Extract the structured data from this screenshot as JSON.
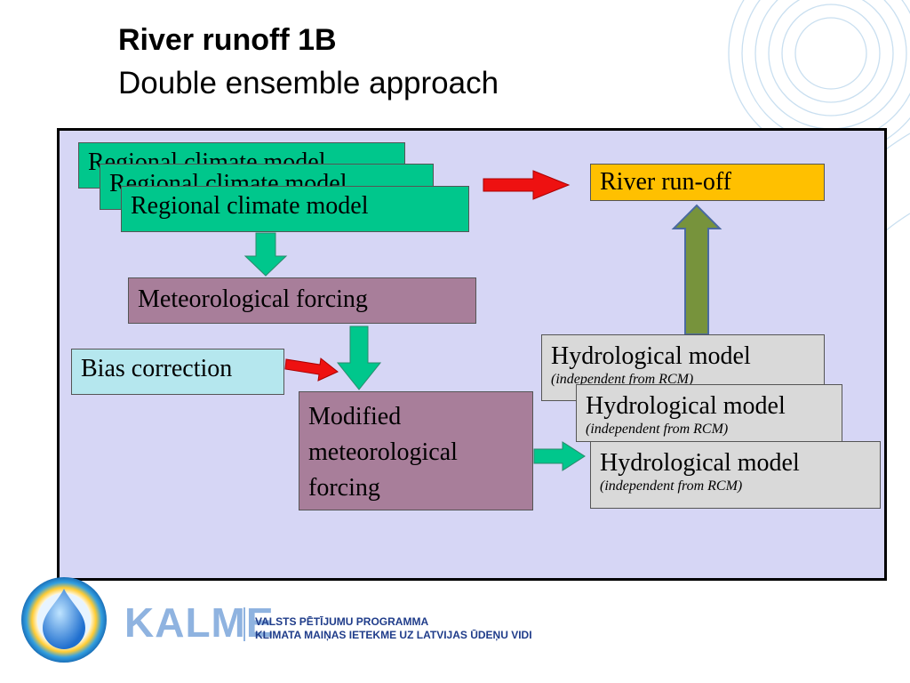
{
  "title": "River runoff 1B",
  "subtitle": "Double ensemble approach",
  "diagram": {
    "rcm_label": "Regional climate model",
    "meteorological_forcing": "Meteorological forcing",
    "bias_correction": "Bias correction",
    "modified_forcing": "Modified meteorological forcing",
    "river_runoff": "River run-off",
    "hydro_label": "Hydrological model",
    "hydro_sub": "(independent from RCM)"
  },
  "footer": {
    "logo_name": "KALME",
    "program_line1": "VALSTS PĒTĪJUMU PROGRAMMA",
    "program_line2": "KLIMATA MAIŅAS IETEKME UZ LATVIJAS ŪDEŅU VIDI"
  },
  "colors": {
    "panel": "#d6d6f5",
    "rcm": "#00c78c",
    "forcing": "#a87e9a",
    "bias": "#b5e7ee",
    "runoff": "#ffc000",
    "hydro": "#d9d9d9",
    "red_arrow": "#ee1111",
    "green_arrow": "#00c78c",
    "olive_arrow": "#77933c"
  }
}
